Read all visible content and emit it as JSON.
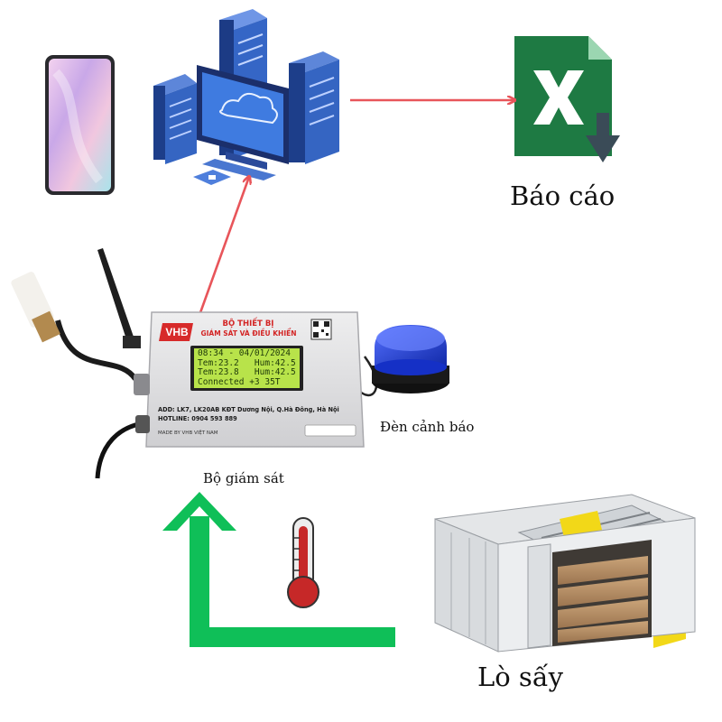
{
  "labels": {
    "report": "Báo cáo",
    "monitor": "Bộ giám sát",
    "alarm_light": "Đèn cảnh báo",
    "dryer": "Lò sấy"
  },
  "device": {
    "brand": "VHB",
    "title_line1": "BỘ THIẾT BỊ",
    "title_line2": "GIÁM SÁT VÀ ĐIỀU KHIỂN",
    "address": "ADD: LK7, LK20AB KĐT Dương Nội, Q.Hà Đông, Hà Nội",
    "hotline": "HOTLINE: 0904 593 889",
    "made_by": "MADE BY VHB VIỆT NAM",
    "lcd": {
      "line1": "08:34 - 04/01/2024",
      "line2": "Tem:23.2   Hum:42.5",
      "line3": "Tem:23.8   Hum:42.5",
      "line4": "Connected +3 35T"
    }
  },
  "icons": {
    "phone": "smartphone-icon",
    "server": "server-cloud-icon",
    "excel": "excel-download-icon",
    "thermometer": "thermometer-icon",
    "dryer": "drying-chamber-icon",
    "siren": "warning-siren-icon"
  },
  "colors": {
    "connector_arrow": "#e8555a",
    "feedback_arrow": "#0fbf58",
    "excel_green": "#1e7a43",
    "server_blue": "#2f57a8",
    "siren_blue": "#1f3fd9",
    "lcd_green": "#b8e34a",
    "thermo_red": "#c62828"
  }
}
